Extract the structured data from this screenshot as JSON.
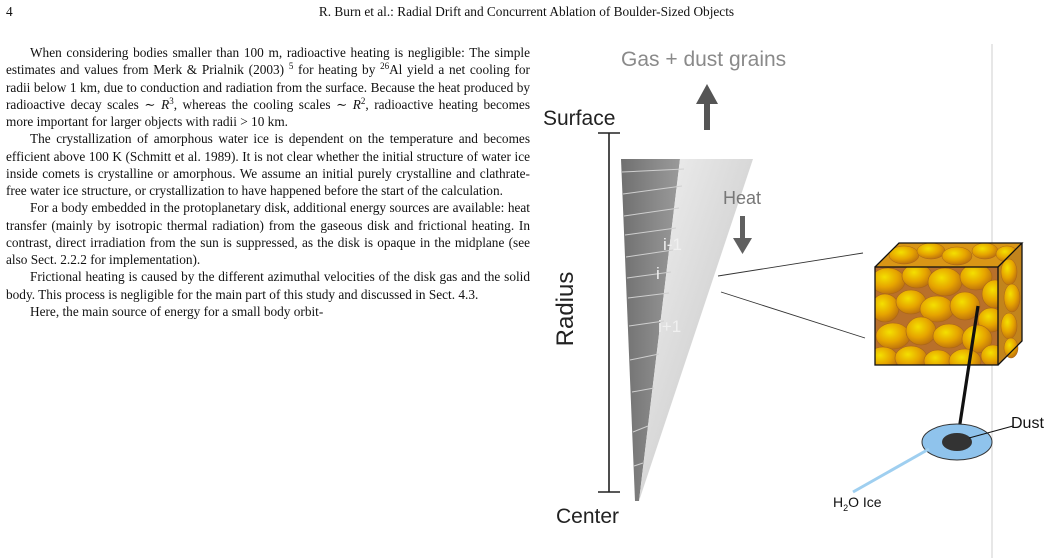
{
  "header": {
    "page_number": "4",
    "running_title": "R. Burn et al.: Radial Drift and Concurrent Ablation of Boulder-Sized Objects"
  },
  "body": {
    "p1": {
      "a": "When considering bodies smaller than 100 m, radioactive heating is negligible: The simple estimates and values from Merk & Prialnik (2003)",
      "fn": "5",
      "b": "for heating by",
      "iso": "26",
      "c": "Al yield a net cooling for radii below 1 km, due to conduction and radiation from the surface. Because the heat produced by radioactive decay scales ∼",
      "r1": "R",
      "e1": "3",
      "d": ", whereas the cooling scales ∼",
      "r2": "R",
      "e2": "2",
      "e": ", radioactive heating be­comes more important for larger objects with radii > 10 km."
    },
    "p2": "The crystallization of amorphous water ice is dependent on the temperature and becomes efficient above 100 K (Schmitt et al. 1989). It is not clear whether the initial structure of wa­ter ice inside comets is crystalline or amorphous. We assume an initial purely crystalline and clathrate-free water ice structure, or crystallization to have happened before the start of the calcula­tion.",
    "p3": "For a body embedded in the protoplanetary disk, additional energy sources are available: heat transfer (mainly by isotropic thermal radiation) from the gaseous disk and frictional heating. In contrast, direct irradiation from the sun is suppressed, as the disk is opaque in the midplane (see also Sect. 2.2.2 for imple­mentation).",
    "p4": "Frictional heating is caused by the different azimuthal veloc­ities of the disk gas and the solid body. This process is negligible for the main part of this study and discussed in Sect. 4.3.",
    "p5": "Here, the main source of energy for a small body orbit-"
  },
  "figure": {
    "gas_label": "Gas + dust grains",
    "surface_label": "Surface",
    "heat_label": "Heat",
    "radius_label": "Radius",
    "center_label": "Center",
    "layer_above": "i-1",
    "layer_current": "i",
    "layer_below": "i+1",
    "dust_label": "Dust",
    "ice_label_base": "H",
    "ice_label_sub": "2",
    "ice_label_rest": "O Ice",
    "colors": {
      "grain_fill": "#e6a400",
      "grain_highlight": "#f2d000",
      "ice_ring": "#8fc3ec",
      "dust_core": "#333333",
      "wedge_dark": "#7c7c7c",
      "wedge_light": "#dedede"
    }
  }
}
